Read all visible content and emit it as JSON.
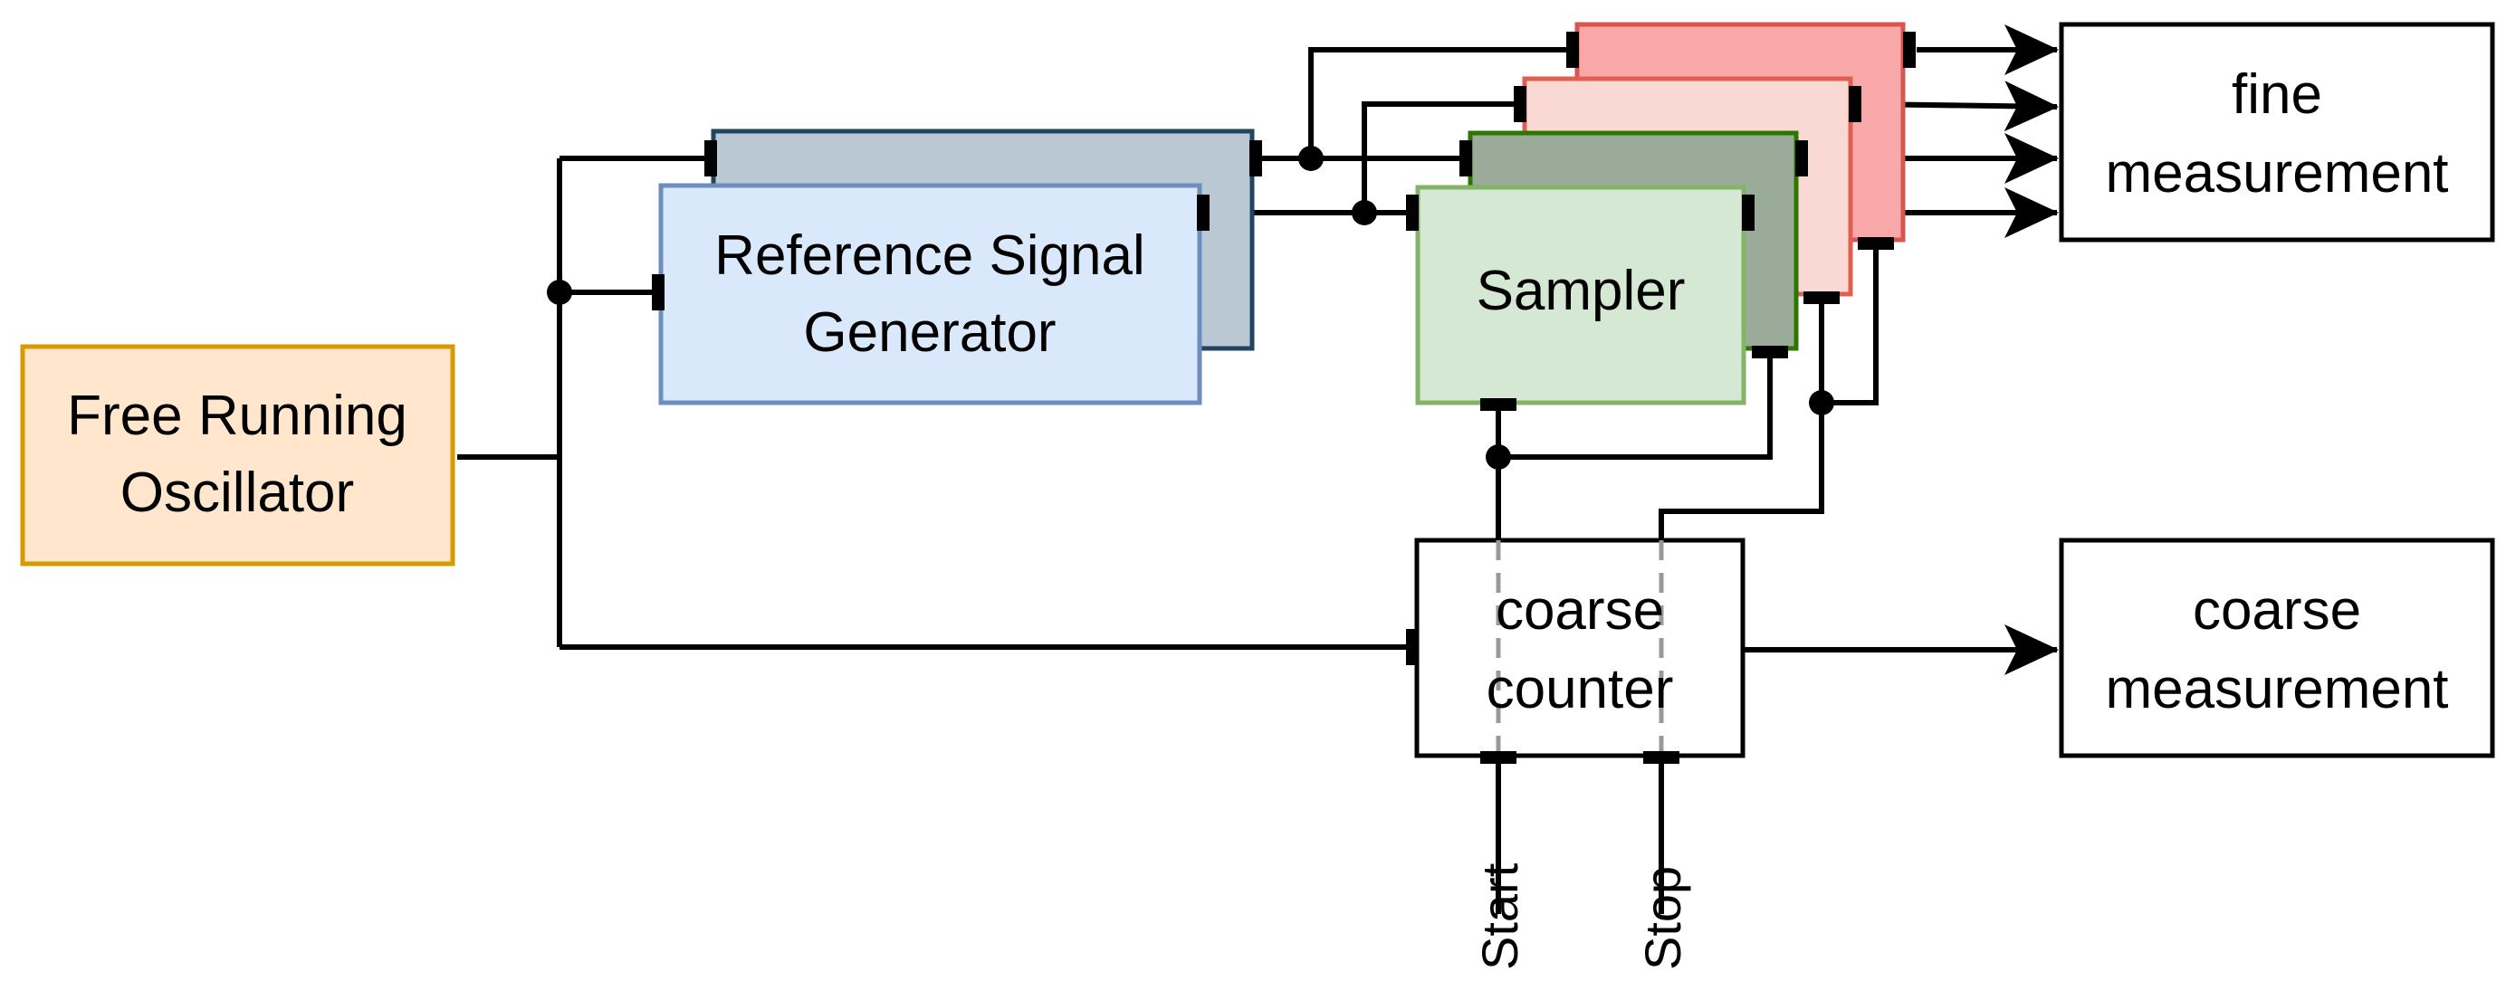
{
  "blocks": {
    "oscillator": {
      "line1": "Free Running",
      "line2": "Oscillator",
      "fill": "#ffe6cc",
      "stroke": "#d79b00"
    },
    "reference_generator": {
      "line1": "Reference Signal",
      "line2": "Generator",
      "fill": "#dae8fc",
      "stroke": "#6c8ebf",
      "shadow_fill": "#bac8d3",
      "shadow_stroke": "#23445d"
    },
    "sampler": {
      "label": "Sampler",
      "fill": "#d5e8d4",
      "stroke": "#82b366",
      "back_fill": "#9aab9a",
      "back_stroke": "#2d7600"
    },
    "sampler_red_copies": {
      "back_fill": "#f8a8a8",
      "back_stroke": "#d9564e",
      "mid_fill": "#fad9d5",
      "mid_stroke": "#e06050"
    },
    "fine_measurement": {
      "line1": "fine",
      "line2": "measurement"
    },
    "coarse_counter": {
      "line1": "coarse",
      "line2": "counter"
    },
    "coarse_measurement": {
      "line1": "coarse",
      "line2": "measurement"
    }
  },
  "inputs": {
    "start": "Start",
    "stop": "Stop"
  }
}
